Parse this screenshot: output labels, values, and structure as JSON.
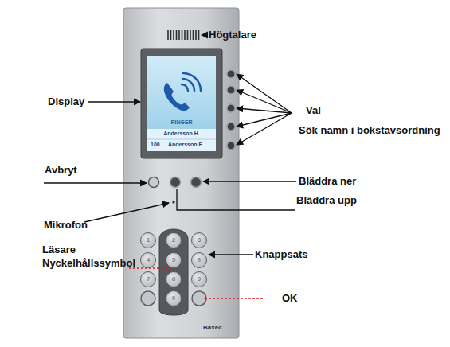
{
  "diagram": {
    "nodes": [
      {
        "text": [
          "Baxec"
        ]
      },
      {
        "text": [
          "RINGER",
          "Andersson H.",
          "100",
          "Andersson E."
        ],
        "in": 0
      },
      {
        "text": [
          "1"
        ],
        "in": 0
      },
      {
        "text": [
          "2"
        ],
        "in": 0
      },
      {
        "text": [
          "3"
        ],
        "in": 0
      },
      {
        "text": [
          "4"
        ],
        "in": 0
      },
      {
        "text": [
          "5"
        ],
        "in": 0
      },
      {
        "text": [
          "6"
        ],
        "in": 0
      },
      {
        "text": [
          "7"
        ],
        "in": 0
      },
      {
        "text": [
          "8"
        ],
        "in": 0
      },
      {
        "text": [
          "9"
        ],
        "in": 0
      },
      {
        "text": [
          "0"
        ],
        "in": 0
      }
    ],
    "labels": [
      "Högtalare",
      "Display",
      "Val",
      "Sök namn i bokstavsordning",
      "Avbryt",
      "Bläddra ner",
      "Bläddra upp",
      "Mikrofon",
      "Läsare",
      "Nyckelhållssymbol",
      "Knappsats",
      "OK"
    ]
  }
}
